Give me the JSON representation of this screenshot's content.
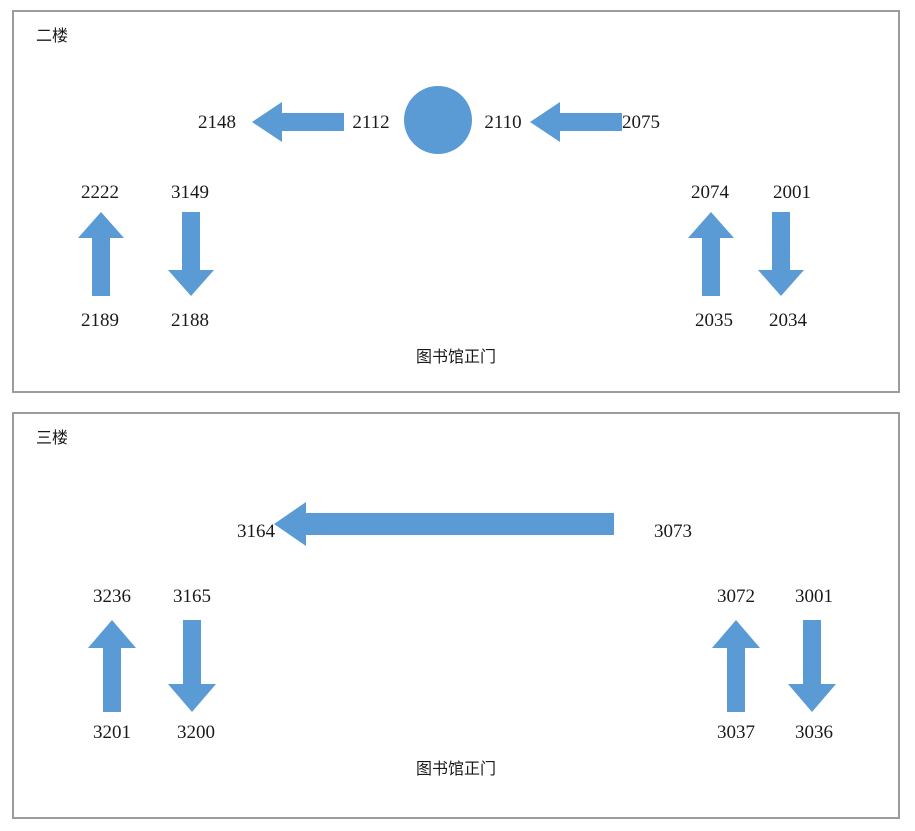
{
  "diagram": {
    "accent_color": "#5B9BD5",
    "border_color": "#9C9C9C",
    "background_color": "#FFFFFF",
    "text_color": "#1A1A1A"
  },
  "floors": [
    {
      "id": "floor-2",
      "title": "二楼",
      "entrance_label": "图书馆正门",
      "labels": {
        "h_left_head": "2148",
        "h_left_tail": "2112",
        "h_right_head": "2110",
        "h_right_tail": "2075",
        "left_up_top": "2222",
        "left_up_bottom": "2189",
        "left_down_top": "3149",
        "left_down_bottom": "2188",
        "right_up_top": "2074",
        "right_up_bottom": "2035",
        "right_down_top": "2001",
        "right_down_bottom": "2034"
      }
    },
    {
      "id": "floor-3",
      "title": "三楼",
      "entrance_label": "图书馆正门",
      "labels": {
        "h_head": "3164",
        "h_tail": "3073",
        "left_up_top": "3236",
        "left_up_bottom": "3201",
        "left_down_top": "3165",
        "left_down_bottom": "3200",
        "right_up_top": "3072",
        "right_up_bottom": "3037",
        "right_down_top": "3001",
        "right_down_bottom": "3036"
      }
    }
  ]
}
